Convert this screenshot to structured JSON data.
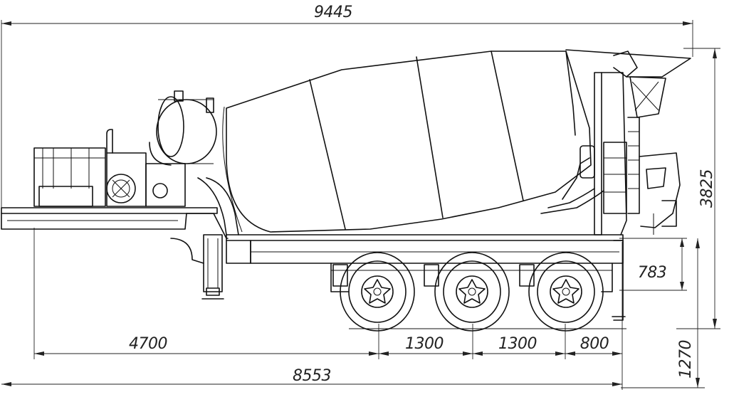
{
  "dimensions": {
    "overall_length": "9445",
    "height": "3825",
    "rear_overhang": "783",
    "front_section": "4700",
    "axle_spacing_1": "1300",
    "axle_spacing_2": "1300",
    "rear_to_axle": "800",
    "wheelbase_length": "8553",
    "deck_height": "1270"
  }
}
